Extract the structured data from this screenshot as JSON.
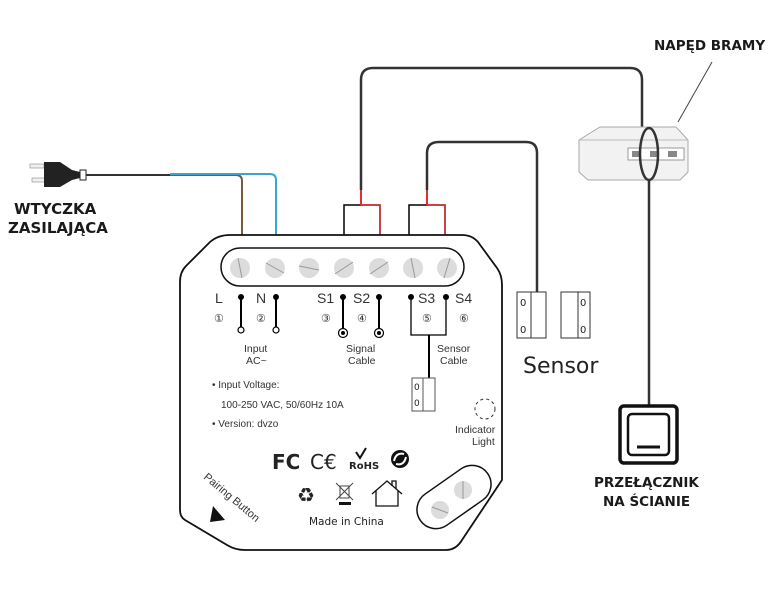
{
  "labels": {
    "plug": [
      "WTYCZKA",
      "ZASILAJĄCA"
    ],
    "gate_drive": "NAPĘD BRAMY",
    "wall_switch": [
      "PRZEŁĄCZNIK",
      "NA ŚCIANIE"
    ],
    "sensor": "Sensor"
  },
  "module": {
    "terminals": [
      {
        "name": "L",
        "num": "①"
      },
      {
        "name": "N",
        "num": "②"
      },
      {
        "name": "S1",
        "num": "③"
      },
      {
        "name": "S2",
        "num": "④"
      },
      {
        "name": "S3",
        "num": "⑤"
      },
      {
        "name": "S4",
        "num": "⑥"
      }
    ],
    "input_label": [
      "Input",
      "AC~"
    ],
    "signal_label": [
      "Signal",
      "Cable"
    ],
    "sensor_label": [
      "Sensor",
      "Cable"
    ],
    "specs": [
      "• Input Voltage:",
      "100-250 VAC, 50/60Hz 10A",
      "• Version: dvzo"
    ],
    "indicator_label": [
      "Indicator",
      "Light"
    ],
    "certifications": [
      "FC",
      "CE",
      "RoHS",
      "green-dot"
    ],
    "disposal_icons": [
      "recycle-icon",
      "weee-bin-icon",
      "house-icon"
    ],
    "made_in": "Made in China",
    "pairing_button": "Pairing Button"
  },
  "colors": {
    "brown_wire": "#7a5a3a",
    "blue_wire": "#3aa6d0",
    "red_wire": "#e03030",
    "black_wire": "#333333"
  }
}
